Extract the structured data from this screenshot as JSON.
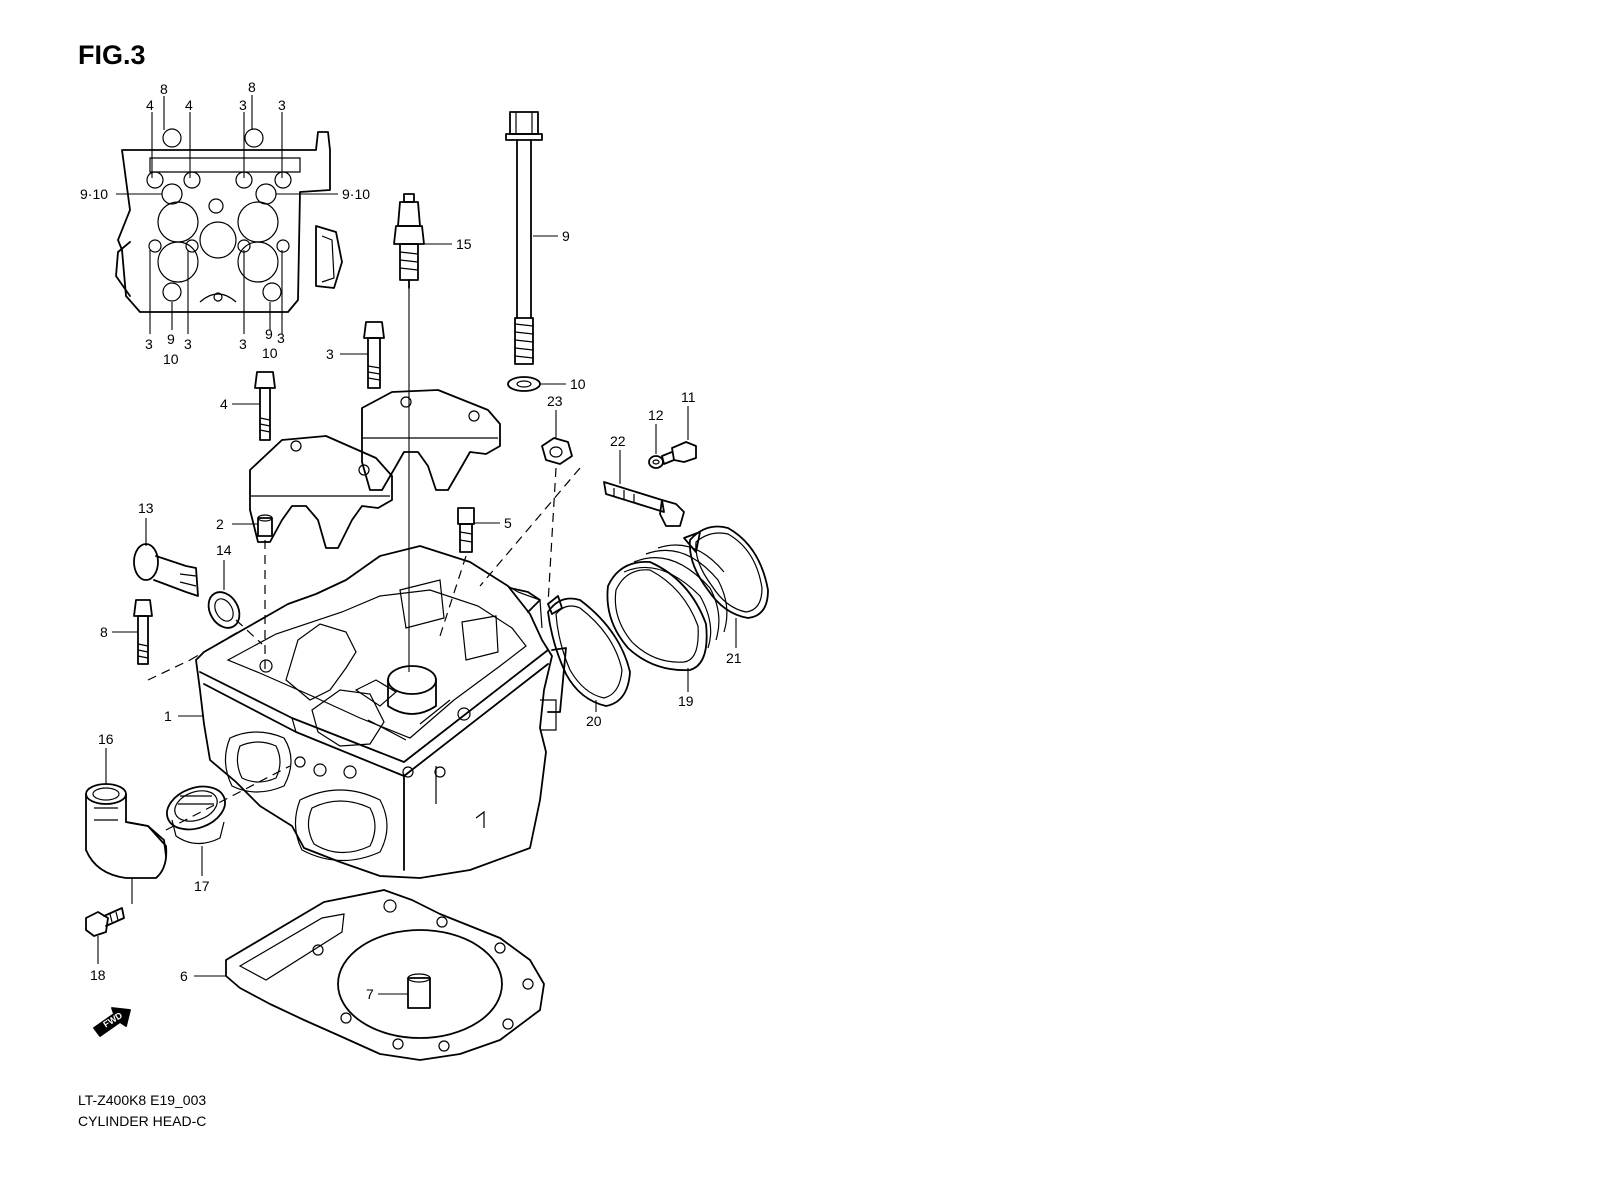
{
  "figure": {
    "title": "FIG.3"
  },
  "footer": {
    "model_code": "LT-Z400K8 E19_003",
    "section_name": "CYLINDER HEAD-C"
  },
  "fwd_label": "FWD",
  "callouts": {
    "top_view": [
      "8",
      "8",
      "4",
      "4",
      "3",
      "3",
      "9·10",
      "9·10",
      "3",
      "9",
      "10",
      "3",
      "3",
      "9",
      "10",
      "3"
    ],
    "main": [
      "9",
      "15",
      "3",
      "10",
      "4",
      "11",
      "12",
      "23",
      "22",
      "5",
      "2",
      "13",
      "14",
      "8",
      "20",
      "19",
      "21",
      "1",
      "16",
      "17",
      "18",
      "6",
      "7"
    ]
  }
}
